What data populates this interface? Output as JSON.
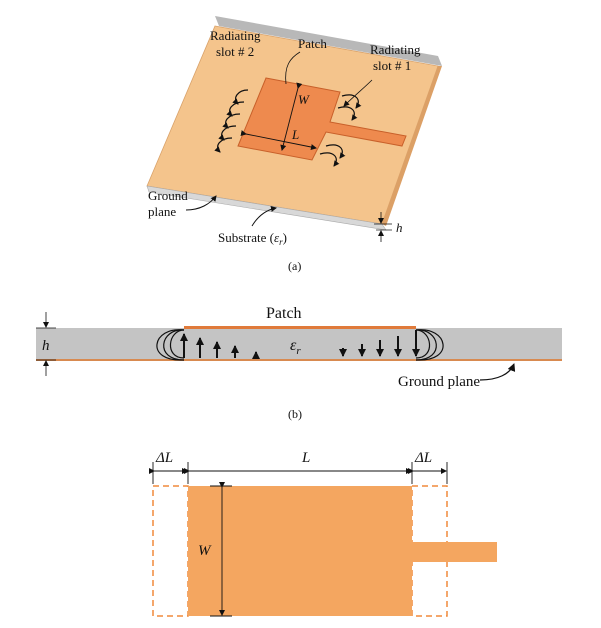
{
  "colors": {
    "substrate_top": "#f4c48c",
    "substrate_side": "#dca066",
    "ground": "#b8b8b8",
    "patch": "#ee8a4e",
    "patch_edge": "#c8602a",
    "cross_section": "#c4c4c4",
    "top_view_patch": "#f4a660",
    "fringe_dash": "#f08a3c"
  },
  "panel_a": {
    "label_slot2_line1": "Radiating",
    "label_slot2_line2": "slot # 2",
    "label_patch": "Patch",
    "label_slot1_line1": "Radiating",
    "label_slot1_line2": "slot # 1",
    "dim_w": "W",
    "dim_l": "L",
    "label_ground_line1": "Ground",
    "label_ground_line2": "plane",
    "label_substrate": "Substrate (",
    "label_eps": "ε",
    "label_eps_sub": "r",
    "label_substrate_close": ")",
    "dim_h": "h",
    "caption": "(a)"
  },
  "panel_b": {
    "label_patch": "Patch",
    "label_eps": "ε",
    "label_eps_sub": "r",
    "dim_h": "h",
    "label_ground": "Ground plane",
    "caption": "(b)"
  },
  "panel_c": {
    "dim_delta_l_left": "ΔL",
    "dim_l": "L",
    "dim_delta_l_right": "ΔL",
    "dim_w": "W"
  }
}
